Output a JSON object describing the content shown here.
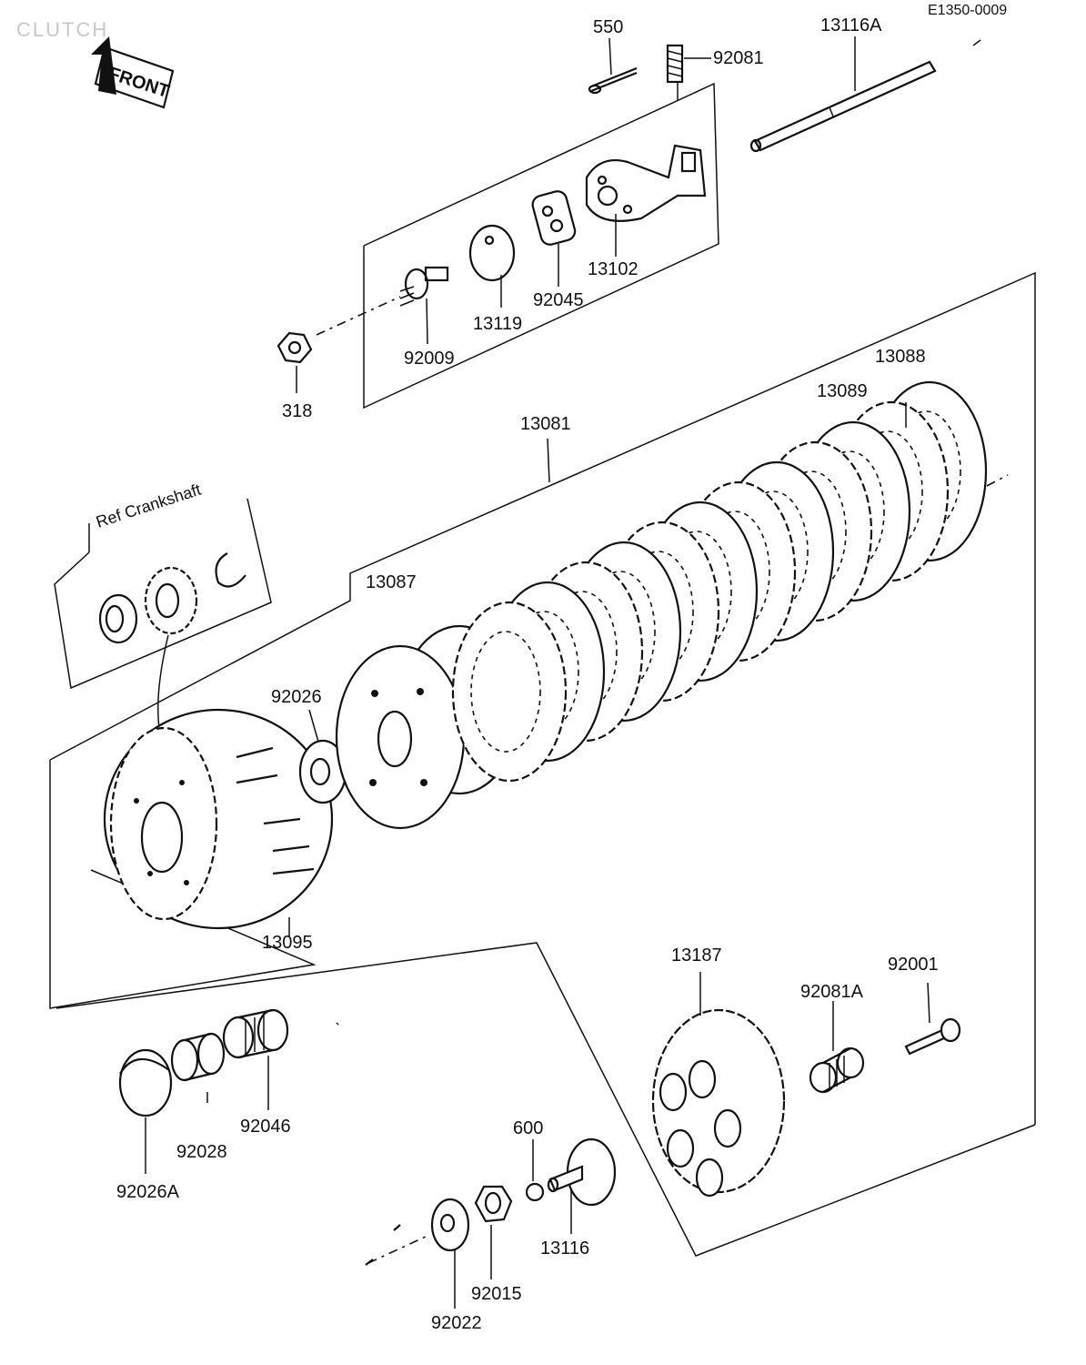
{
  "header": {
    "code": "E1350-0009",
    "watermark": "CLUTCH",
    "front_label": "FRONT"
  },
  "ref_label": "Ref Crankshaft",
  "parts": {
    "p550": "550",
    "p92081": "92081",
    "p13116A": "13116A",
    "p13102": "13102",
    "p92045": "92045",
    "p13119": "13119",
    "p92009": "92009",
    "p318": "318",
    "p13088": "13088",
    "p13089": "13089",
    "p13081": "13081",
    "p13087": "13087",
    "p92026": "92026",
    "p13095": "13095",
    "p13187": "13187",
    "p92001": "92001",
    "p92081A": "92081A",
    "p92046": "92046",
    "p92028": "92028",
    "p92026A": "92026A",
    "p600": "600",
    "p13116": "13116",
    "p92015": "92015",
    "p92022": "92022"
  }
}
